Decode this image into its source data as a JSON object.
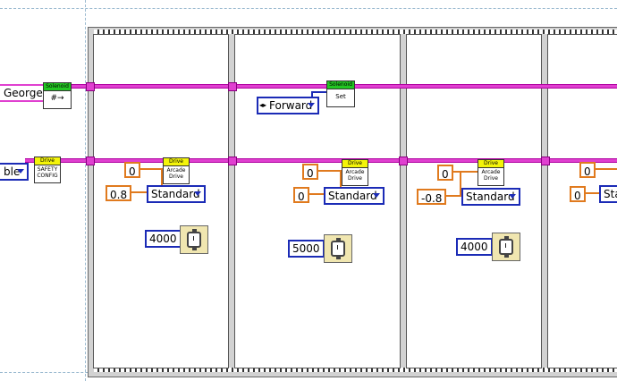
{
  "left_controls": {
    "solenoid_ref_label": "George",
    "drive_enum_label": "ble"
  },
  "blocks": {
    "solenoid_header": "Solenoid",
    "solenoid_set_body": "Set",
    "drive_header": "Drive",
    "safety_config_body": "SAFETY CONFIG",
    "arcade_body": "Arcade Drive",
    "forward_value": "Forward"
  },
  "frames": [
    {
      "x_const": "0",
      "y_const": "0.8",
      "mode": "Standard",
      "wait_ms": "4000"
    },
    {
      "x_const": "0",
      "y_const": "0",
      "mode": "Standard",
      "wait_ms": "5000"
    },
    {
      "x_const": "0",
      "y_const": "-0.8",
      "mode": "Standard",
      "wait_ms": "4000"
    },
    {
      "x_const": "0",
      "y_const": "0",
      "mode": "Sta"
    }
  ]
}
